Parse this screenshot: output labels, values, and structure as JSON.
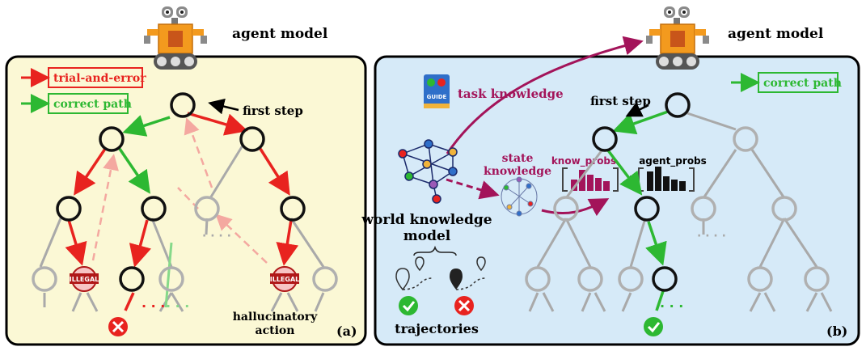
{
  "colors": {
    "panel_a_bg": "#fbf8d5",
    "panel_b_bg": "#d6eaf8",
    "trial_error": "#e8231f",
    "correct": "#2db832",
    "knowledge": "#a3145a",
    "gray_tree": "#a9a9a9",
    "robot_orange": "#f39a1e"
  },
  "panel_a": {
    "agent_label": "agent model",
    "legend_trial": "trial-and-error",
    "legend_correct": "correct path",
    "first_step": "first step",
    "illegal_1": "ILLEGAL",
    "illegal_2": "ILLEGAL",
    "hallucinatory_1": "hallucinatory",
    "hallucinatory_2": "action",
    "tag": "(a)"
  },
  "panel_b": {
    "agent_label": "agent model",
    "legend_correct": "correct path",
    "first_step": "first step",
    "task_knowledge": "task knowledge",
    "state_knowledge_1": "state",
    "state_knowledge_2": "knowledge",
    "wkm_1": "world knowledge",
    "wkm_2": "model",
    "know_probs": "know_probs",
    "agent_probs": "agent_probs",
    "plus": "+",
    "trajectories": "trajectories",
    "guide_book": "GUIDE",
    "tag": "(b)"
  }
}
